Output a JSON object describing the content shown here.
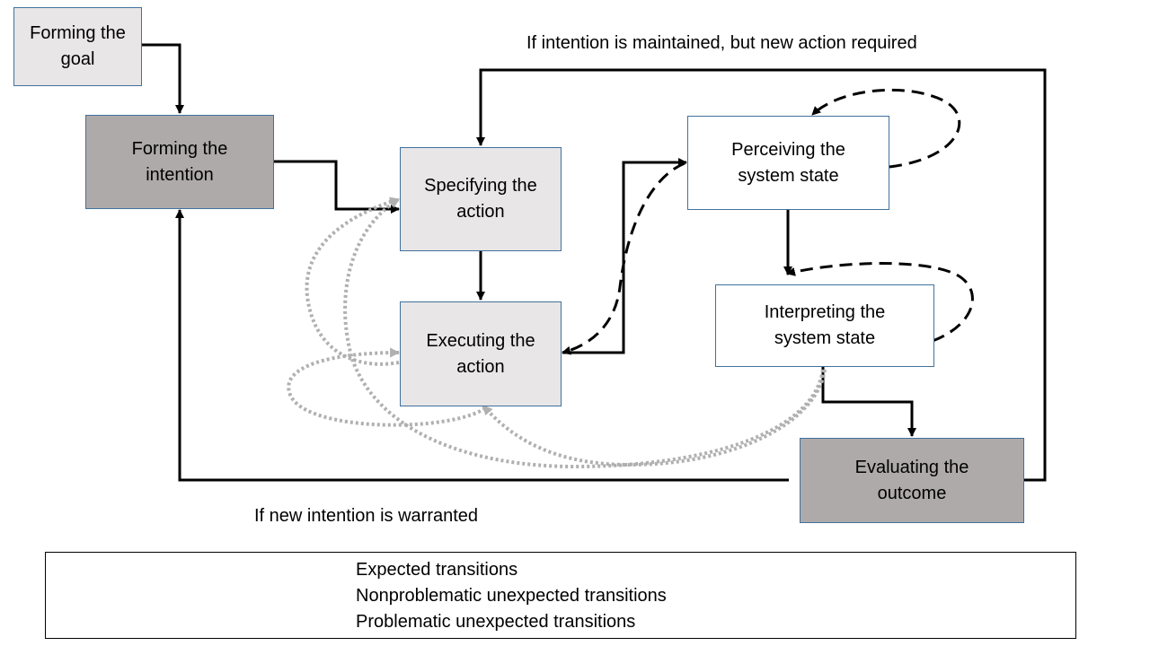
{
  "nodes": {
    "forming_goal": "Forming the\ngoal",
    "forming_intention": "Forming the\nintention",
    "specifying_action": "Specifying the\naction",
    "executing_action": "Executing the\naction",
    "perceiving_state": "Perceiving the\nsystem state",
    "interpreting_state": "Interpreting the\nsystem state",
    "evaluating_outcome": "Evaluating the\noutcome"
  },
  "annotations": {
    "top": "If intention is maintained, but new action required",
    "bottom": "If new intention is warranted"
  },
  "legend": {
    "expected": "Expected transitions",
    "nonproblematic": "Nonproblematic unexpected transitions",
    "problematic": "Problematic unexpected transitions"
  },
  "colors": {
    "expected": "#000000",
    "nonproblematic": "#b0b0b0",
    "problematic": "#000000",
    "box_border": "#41719c",
    "box_light": "#e8e6e7",
    "box_dark": "#aeaaaa"
  }
}
